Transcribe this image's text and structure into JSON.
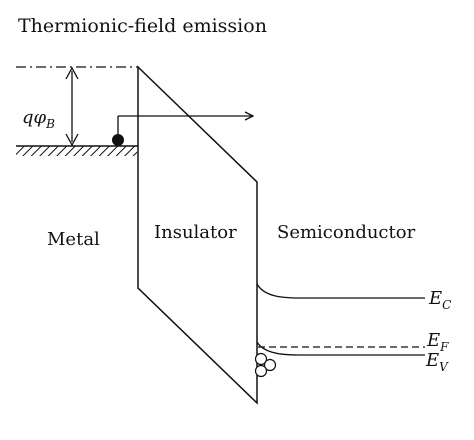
{
  "title": "Thermionic-field emission",
  "regions": {
    "metal": "Metal",
    "insulator": "Insulator",
    "semiconductor": "Semiconductor"
  },
  "barrier": {
    "prefix": "q",
    "phi": "φ",
    "sub": "B"
  },
  "levels": {
    "ec": {
      "main": "E",
      "sub": "C"
    },
    "ef": {
      "main": "E",
      "sub": "F"
    },
    "ev": {
      "main": "E",
      "sub": "V"
    }
  }
}
